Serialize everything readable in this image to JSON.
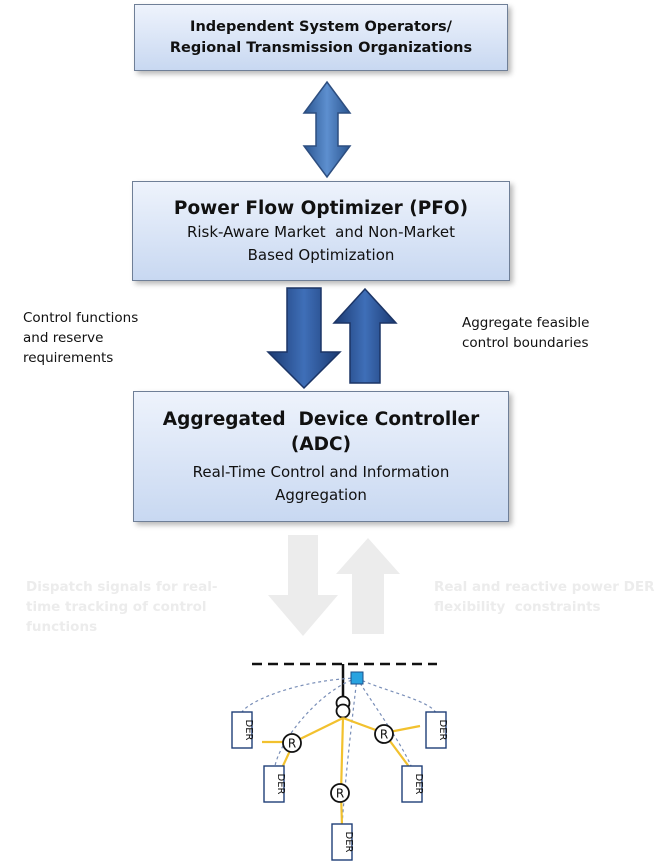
{
  "iso_box": {
    "line1": "Independent System Operators/",
    "line2": "Regional Transmission Organizations"
  },
  "pfo_box": {
    "title": "Power Flow Optimizer (PFO)",
    "line1": "Risk-Aware Market  and Non-Market",
    "line2": "Based Optimization"
  },
  "adc_box": {
    "title_line1": "Aggregated  Device Controller",
    "title_line2": "(ADC)",
    "line1": "Real-Time Control and Information",
    "line2": "Aggregation"
  },
  "labels": {
    "control_functions": [
      "Control functions",
      "and reserve",
      "requirements"
    ],
    "aggregate_feasible": [
      "Aggregate feasible",
      "control boundaries"
    ],
    "dispatch_signals": [
      "Dispatch signals for real-",
      "time tracking of control",
      "functions"
    ],
    "real_reactive": [
      "Real and reactive power DER",
      "flexibility  constraints"
    ]
  },
  "network": {
    "der_label": "DER",
    "regulator_label": "R"
  },
  "colors": {
    "box_border": "#6f7f97",
    "box_fill_top": "#eef3fc",
    "box_fill_bottom": "#c8d8f1",
    "arrow_blue": "#3b6aa8",
    "arrow_dark": "#1f3f78",
    "arrow_faded": "#ececec",
    "feeder_line": "#f2c12e",
    "dashed_line": "#7a8fb8",
    "meter_blue": "#29a3e0"
  }
}
